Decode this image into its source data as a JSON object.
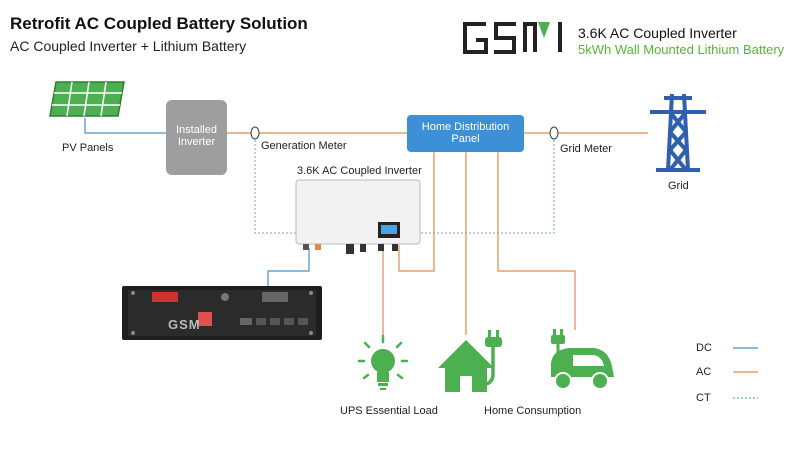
{
  "header": {
    "title": "Retrofit AC Coupled Battery Solution",
    "subtitle": "AC Coupled Inverter + Lithium Battery"
  },
  "brand": {
    "logo_text": "GSM",
    "line1": "3.6K AC Coupled Inverter",
    "line2": "5kWh Wall Mounted Lithium Battery"
  },
  "nodes": {
    "pv_panels": "PV Panels",
    "installed_inverter_line1": "Installed",
    "installed_inverter_line2": "Inverter",
    "generation_meter": "Generation Meter",
    "home_distribution_line1": "Home Distribution",
    "home_distribution_line2": "Panel",
    "grid_meter": "Grid Meter",
    "grid": "Grid",
    "ac_inverter": "3.6K AC Coupled Inverter",
    "ups_load": "UPS Essential Load",
    "home_consumption": "Home Consumption"
  },
  "legend": [
    {
      "label": "DC",
      "color": "#4a90c8",
      "style": "solid"
    },
    {
      "label": "AC",
      "color": "#e08a4a",
      "style": "solid"
    },
    {
      "label": "CT",
      "color": "#4a90c8",
      "style": "dotted"
    }
  ],
  "colors": {
    "dc": "#4a90c8",
    "ac": "#e08a4a",
    "ct": "#6fa2d2",
    "panel_box": "#3d8fd6",
    "green_icon": "#4caf50",
    "grid_tower": "#2f5fae",
    "inverter_box": "#999999"
  }
}
